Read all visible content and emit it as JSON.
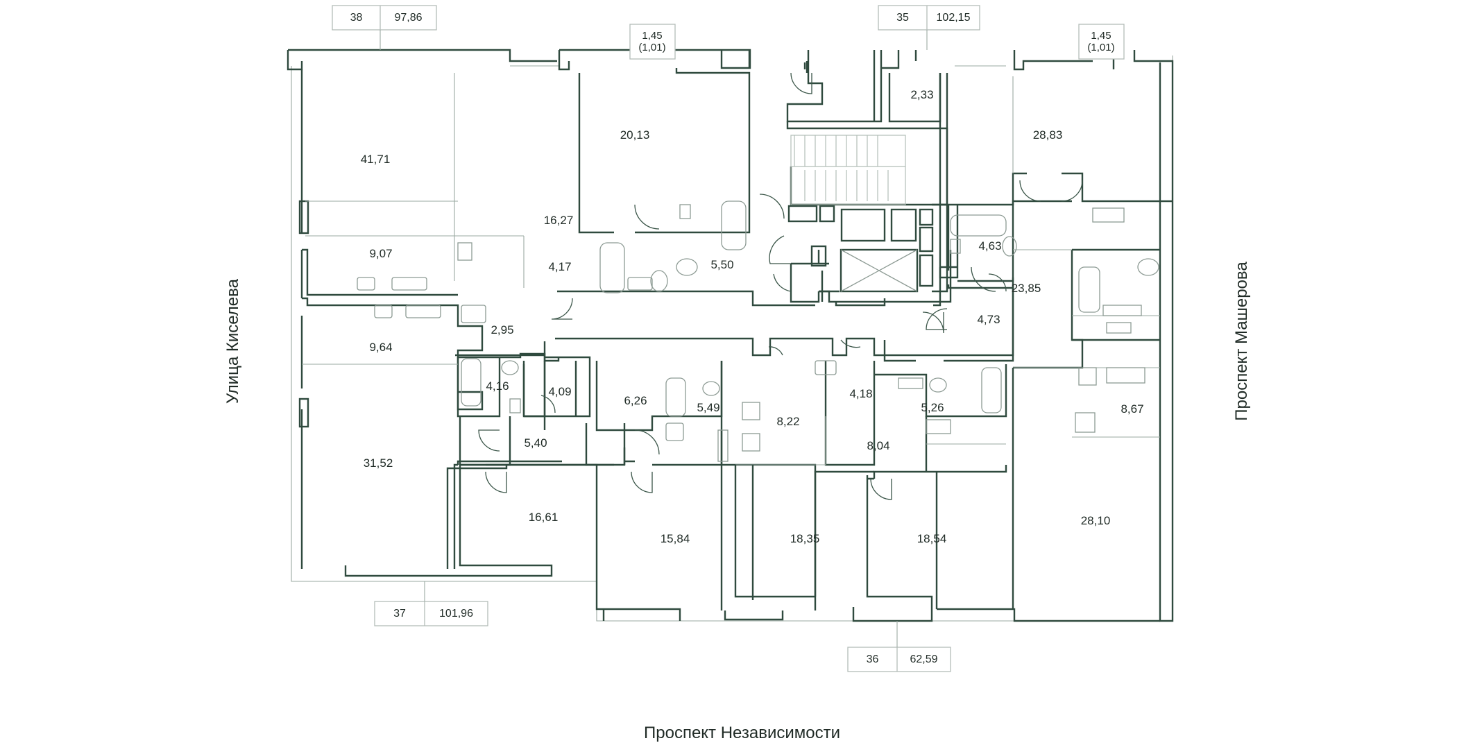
{
  "apartments": [
    {
      "number": "38",
      "area": "97,86"
    },
    {
      "number": "35",
      "area": "102,15"
    },
    {
      "number": "37",
      "area": "101,96"
    },
    {
      "number": "36",
      "area": "62,59"
    }
  ],
  "balconies": [
    {
      "line1": "1,45",
      "line2": "(1,01)"
    },
    {
      "line1": "1,45",
      "line2": "(1,01)"
    }
  ],
  "rooms": [
    "41,71",
    "20,13",
    "16,27",
    "9,07",
    "4,17",
    "5,50",
    "9,64",
    "2,95",
    "4,16",
    "4,09",
    "6,26",
    "5,49",
    "5,40",
    "31,52",
    "16,61",
    "15,84",
    "8,22",
    "4,18",
    "5,26",
    "8,04",
    "18,35",
    "18,54",
    "28,10",
    "2,33",
    "28,83",
    "4,63",
    "23,85",
    "4,73",
    "8,67"
  ],
  "streets": {
    "west": "Улица Киселева",
    "east": "Проспект Машерова",
    "south": "Проспект Независимости"
  }
}
